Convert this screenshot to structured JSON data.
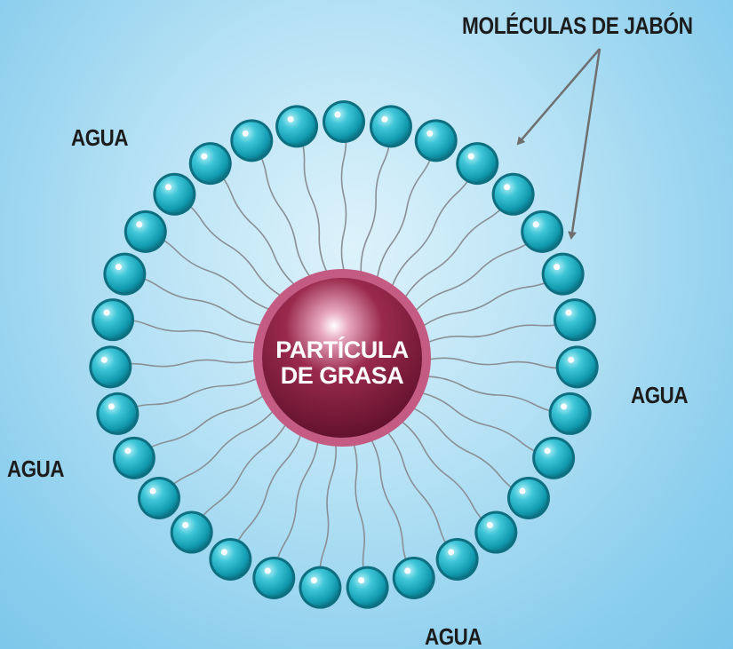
{
  "diagram": {
    "soap_label": "MOLÉCULAS DE JABÓN",
    "particle_label_line1": "PARTÍCULA",
    "particle_label_line2": "DE GRASA",
    "water_labels": [
      "AGUA",
      "AGUA",
      "AGUA",
      "AGUA"
    ],
    "molecule_count": 31,
    "colors": {
      "background": "#9fd7f0",
      "soap_head": "#1fb3c7",
      "soap_head_rim": "#0d6f80",
      "grease_particle": "#8a1d3f",
      "grease_ring": "#c45b82",
      "tail": "#8a8f96",
      "arrow": "#6f6f6f"
    }
  }
}
